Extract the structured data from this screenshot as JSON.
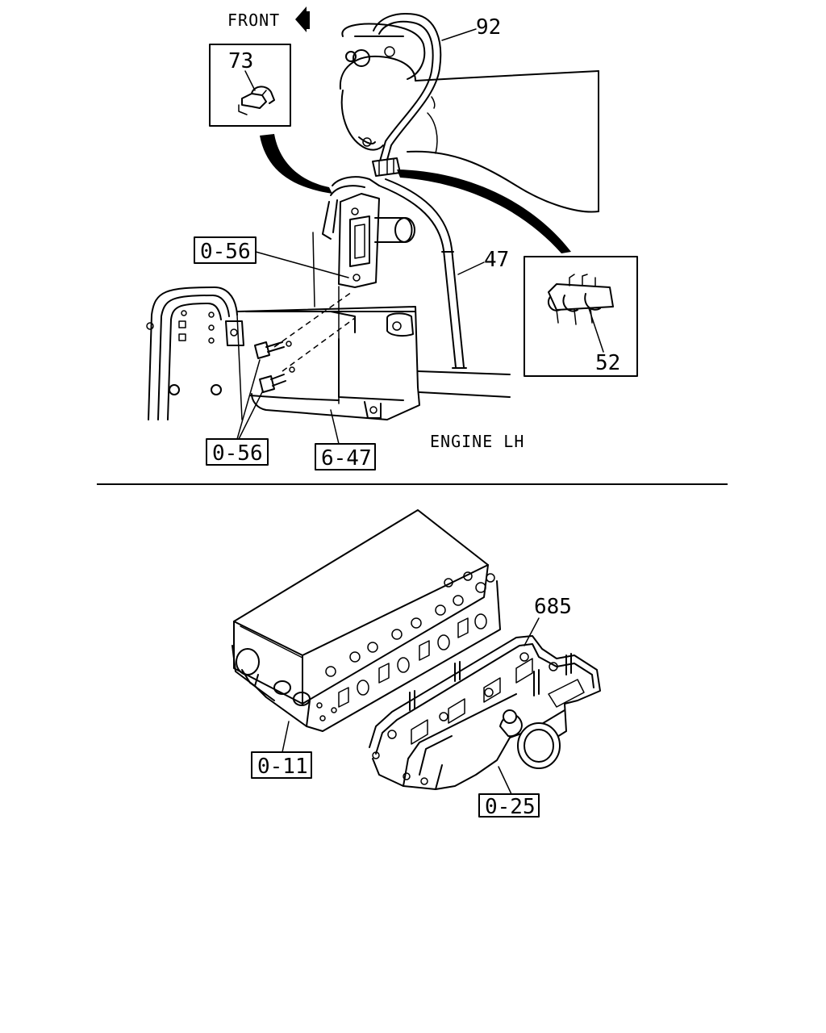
{
  "top_view": {
    "direction_label": "FRONT",
    "location_label": "ENGINE LH",
    "callouts": {
      "hose": "92",
      "clip_inset_top": "73",
      "pipe": "47",
      "clip_inset_right": "52"
    },
    "refs": {
      "bracket_ref": "0-56",
      "bolts_ref": "0-56",
      "cover_ref": "6-47"
    }
  },
  "bottom_view": {
    "callouts": {
      "gasket": "685"
    },
    "refs": {
      "cylinder_head_ref": "0-11",
      "intake_manifold_ref": "0-25"
    }
  }
}
